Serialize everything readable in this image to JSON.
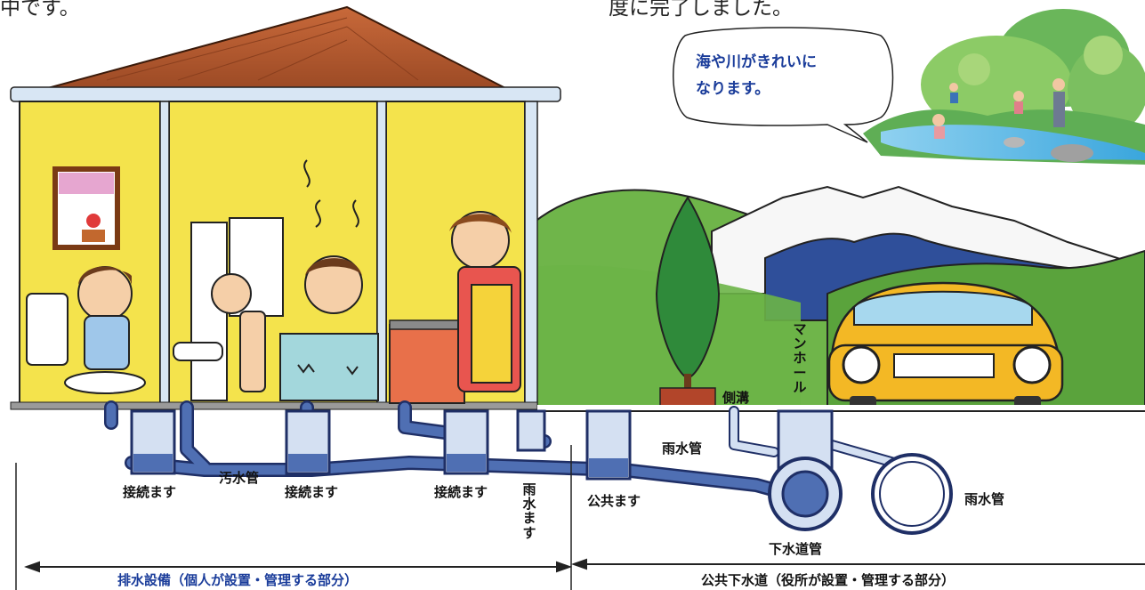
{
  "top_text": {
    "left_fragment": "中です。",
    "right_fragment": "度に完了しました。"
  },
  "speech_bubble": {
    "line1": "海や川がきれいに",
    "line2": "なります。"
  },
  "labels": {
    "joint_box_1": "接続ます",
    "joint_box_2": "接続ます",
    "joint_box_3": "接続ます",
    "sewage_pipe": "汚水管",
    "rain_box_vertical": "雨水ます",
    "public_box": "公共ます",
    "rain_pipe_upper": "雨水管",
    "side_ditch": "側溝",
    "manhole_vertical": "マンホール",
    "rain_pipe_right": "雨水管",
    "sewer_main": "下水道管"
  },
  "footer": {
    "private_section": "排水設備（個人が設置・管理する部分）",
    "public_section": "公共下水道（役所が設置・管理する部分）"
  },
  "colors": {
    "wall_yellow": "#f4e34c",
    "roof_brown": "#b25a2f",
    "pipe_blue": "#4f6fb3",
    "pipe_light": "#b8c8ea",
    "grass_green": "#5aa33c",
    "mountain_blue": "#2f4f9a",
    "label_blue": "#1a3c9a"
  }
}
